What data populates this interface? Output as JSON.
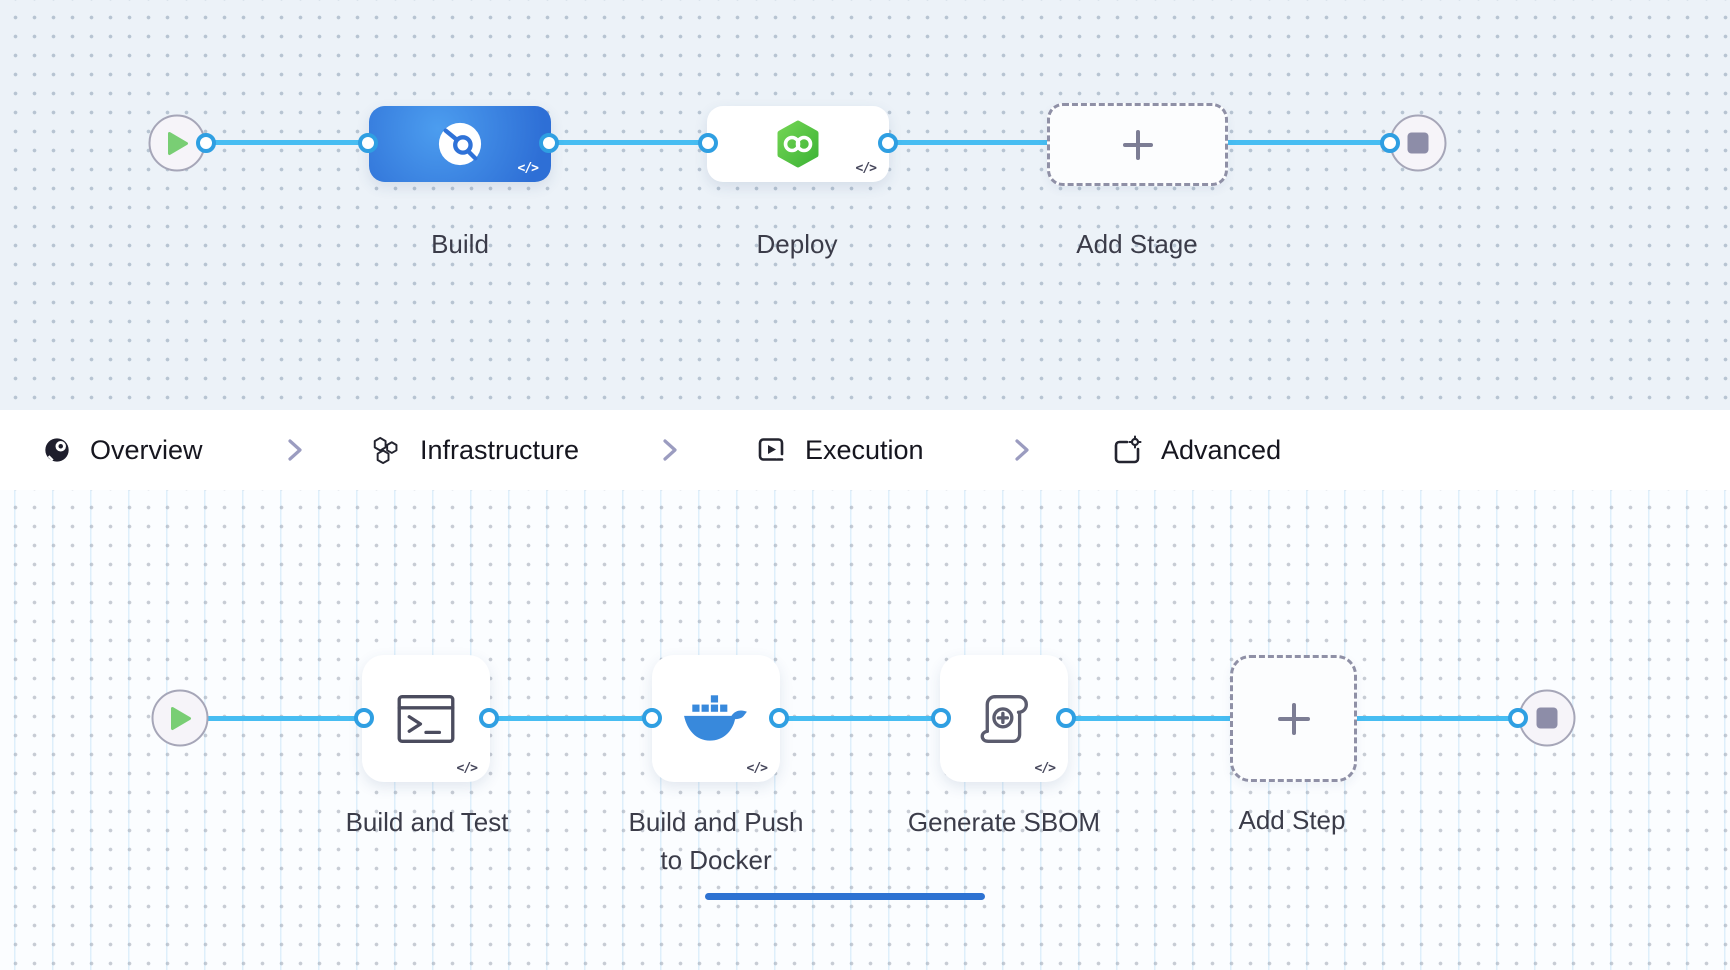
{
  "code_badge": "</>",
  "stage_pipeline": {
    "stages": [
      {
        "label": "Build",
        "icon": "ci-build-stage-icon"
      },
      {
        "label": "Deploy",
        "icon": "cd-deploy-stage-icon"
      }
    ],
    "add_stage_label": "Add Stage",
    "start_icon": "play-icon",
    "end_icon": "stop-icon"
  },
  "tabs": {
    "separator_icon": "chevron-right-icon",
    "items": [
      {
        "label": "Overview",
        "icon": "overview-icon",
        "active": false
      },
      {
        "label": "Infrastructure",
        "icon": "infrastructure-icon",
        "active": false
      },
      {
        "label": "Execution",
        "icon": "execution-icon",
        "active": true
      },
      {
        "label": "Advanced",
        "icon": "advanced-icon",
        "active": false
      }
    ]
  },
  "step_pipeline": {
    "steps": [
      {
        "label": "Build and Test",
        "icon": "terminal-icon"
      },
      {
        "label": "Build and Push to Docker",
        "line1": "Build and Push",
        "line2": "to Docker",
        "icon": "docker-icon"
      },
      {
        "label": "Generate SBOM",
        "icon": "scroll-plus-icon"
      }
    ],
    "add_step_label": "Add Step",
    "start_icon": "play-icon",
    "end_icon": "stop-icon"
  },
  "colors": {
    "connector": "#47BDF2",
    "port_ring": "#2F9FE2",
    "active_tab_underline": "#2D72D2",
    "build_stage_gradient_start": "#4C9DEF",
    "build_stage_gradient_end": "#2E6FD6",
    "deploy_hex_green": "#52C23E",
    "docker_blue": "#3889DC",
    "canvas_top_bg": "#ECF2F8",
    "canvas_bottom_bg": "#FBFDFF",
    "start_play_green": "#79CE74",
    "end_stop_gray": "#8D8DA8"
  }
}
